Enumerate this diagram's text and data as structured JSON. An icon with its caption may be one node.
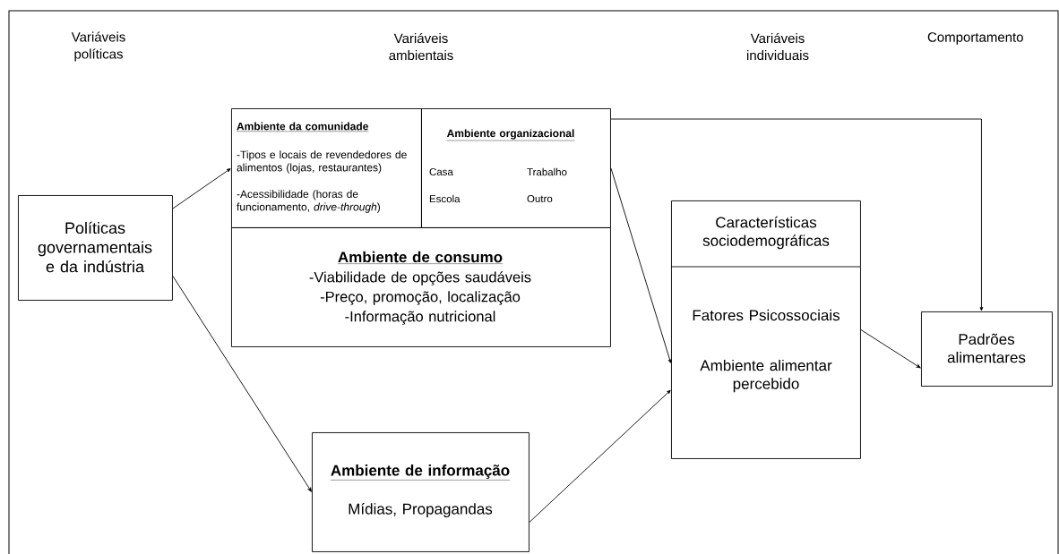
{
  "diagram": {
    "nodes": [
      {
        "text": [
          "Políticas governamentais e da indústria"
        ]
      },
      {
        "text": [
          "Ambiente da comunidade",
          "-Tipos e locais de revendedores de alimentos (lojas, restaurantes)",
          "-Acessibilidade (horas de funcionamento, *drive-through*)"
        ]
      },
      {
        "text": [
          "Ambiente organizacional",
          "Casa",
          "Trabalho",
          "Escola",
          "Outro"
        ]
      },
      {
        "text": [
          "Ambiente de consumo",
          "-Viabilidade de opções saudáveis",
          "-Preço, promoção, localização",
          "-Informação nutricional"
        ]
      },
      {
        "text": [
          "Ambiente de informação",
          "Mídias, Propagandas"
        ]
      },
      {
        "text": [
          "Características sociodemográficas",
          "Fatores Psicossociais",
          "Ambiente alimentar percebido"
        ]
      },
      {
        "text": [
          "Padrões alimentares"
        ]
      }
    ],
    "edges": [
      {
        "from": 0,
        "to": 1,
        "arrow": "to"
      },
      {
        "from": 0,
        "to": 4,
        "arrow": "to"
      },
      {
        "from": 2,
        "to": 5,
        "arrow": "to"
      },
      {
        "from": 2,
        "to": 6,
        "arrow": "to"
      },
      {
        "from": 4,
        "to": 5,
        "arrow": "to"
      },
      {
        "from": 5,
        "to": 6,
        "arrow": "to"
      }
    ],
    "labels": [
      "Variáveis políticas",
      "Variáveis ambientais",
      "Variáveis individuais",
      "Comportamento"
    ]
  }
}
